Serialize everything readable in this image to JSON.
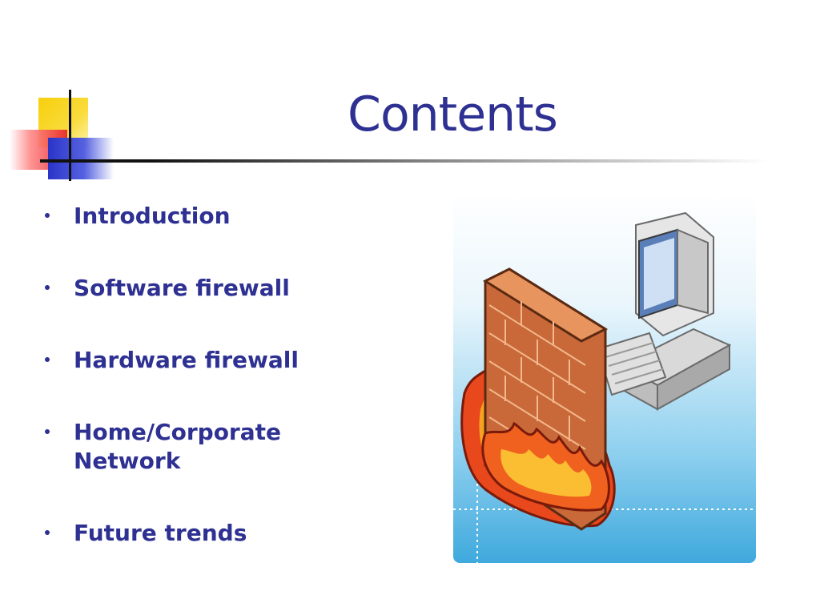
{
  "slide": {
    "title": "Contents",
    "bullets": [
      {
        "label": "Introduction"
      },
      {
        "label": "Software firewall"
      },
      {
        "label": "Hardware firewall"
      },
      {
        "label": "Home/Corporate Network"
      },
      {
        "label": "Future trends"
      }
    ],
    "illustration": {
      "icons": [
        "firewall-brick-wall-icon",
        "flames-icon",
        "computer-icon",
        "keyboard-icon"
      ]
    }
  },
  "colors": {
    "title": "#2e3192",
    "bullet_text": "#2e3192",
    "accent_yellow": "#f7cf0c",
    "accent_red": "#e8202a",
    "accent_blue": "#2a34c8"
  }
}
